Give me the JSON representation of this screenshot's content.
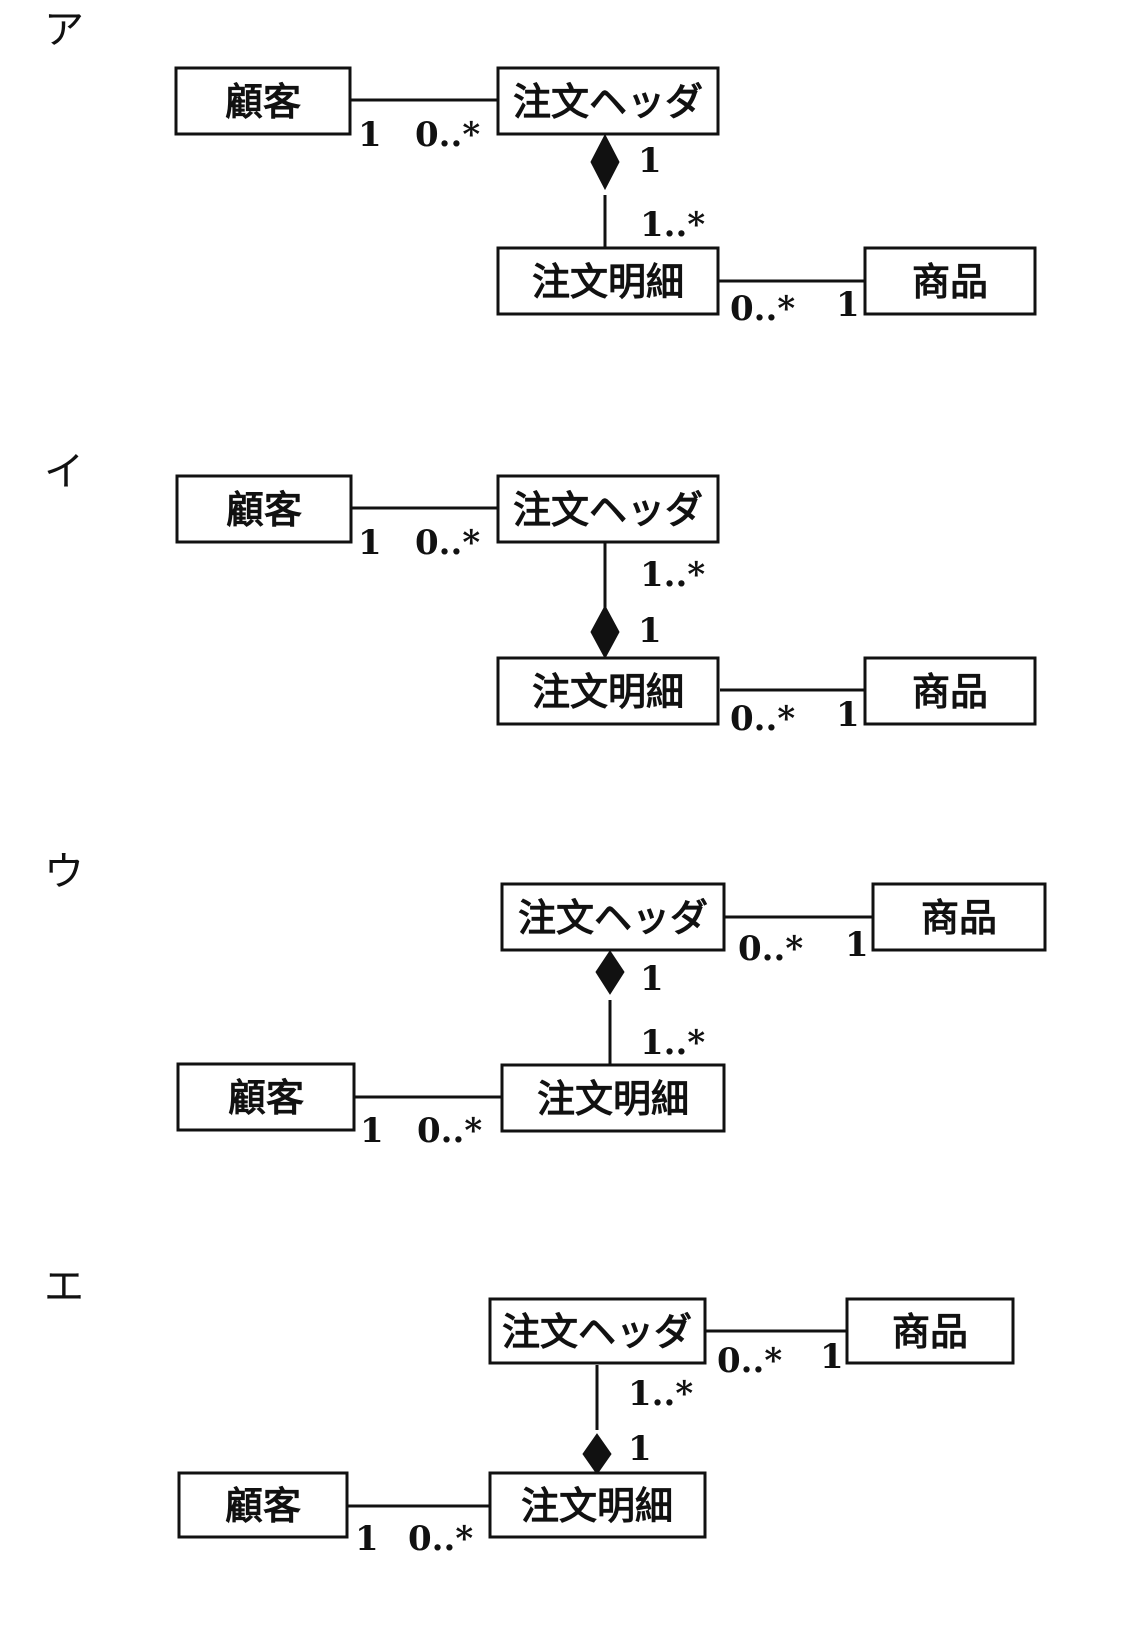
{
  "options": [
    {
      "label": "ア",
      "classes": {
        "customer": "顧客",
        "order_header": "注文ヘッダ",
        "order_detail": "注文明細",
        "product": "商品"
      },
      "associations": [
        {
          "from": "顧客",
          "to": "注文ヘッダ",
          "from_mult": "1",
          "to_mult": "0..*",
          "kind": "association"
        },
        {
          "whole": "注文ヘッダ",
          "part": "注文明細",
          "whole_mult": "1",
          "part_mult": "1..*",
          "kind": "composition"
        },
        {
          "from": "注文明細",
          "to": "商品",
          "from_mult": "0..*",
          "to_mult": "1",
          "kind": "association"
        }
      ]
    },
    {
      "label": "イ",
      "classes": {
        "customer": "顧客",
        "order_header": "注文ヘッダ",
        "order_detail": "注文明細",
        "product": "商品"
      },
      "associations": [
        {
          "from": "顧客",
          "to": "注文ヘッダ",
          "from_mult": "1",
          "to_mult": "0..*",
          "kind": "association"
        },
        {
          "whole": "注文明細",
          "part": "注文ヘッダ",
          "whole_mult": "1",
          "part_mult": "1..*",
          "kind": "composition"
        },
        {
          "from": "注文明細",
          "to": "商品",
          "from_mult": "0..*",
          "to_mult": "1",
          "kind": "association"
        }
      ]
    },
    {
      "label": "ウ",
      "classes": {
        "customer": "顧客",
        "order_header": "注文ヘッダ",
        "order_detail": "注文明細",
        "product": "商品"
      },
      "associations": [
        {
          "from": "注文ヘッダ",
          "to": "商品",
          "from_mult": "0..*",
          "to_mult": "1",
          "kind": "association"
        },
        {
          "whole": "注文ヘッダ",
          "part": "注文明細",
          "whole_mult": "1",
          "part_mult": "1..*",
          "kind": "composition"
        },
        {
          "from": "顧客",
          "to": "注文明細",
          "from_mult": "1",
          "to_mult": "0..*",
          "kind": "association"
        }
      ]
    },
    {
      "label": "エ",
      "classes": {
        "customer": "顧客",
        "order_header": "注文ヘッダ",
        "order_detail": "注文明細",
        "product": "商品"
      },
      "associations": [
        {
          "from": "注文ヘッダ",
          "to": "商品",
          "from_mult": "0..*",
          "to_mult": "1",
          "kind": "association"
        },
        {
          "whole": "注文明細",
          "part": "注文ヘッダ",
          "whole_mult": "1",
          "part_mult": "1..*",
          "kind": "composition"
        },
        {
          "from": "顧客",
          "to": "注文明細",
          "from_mult": "1",
          "to_mult": "0..*",
          "kind": "association"
        }
      ]
    }
  ]
}
